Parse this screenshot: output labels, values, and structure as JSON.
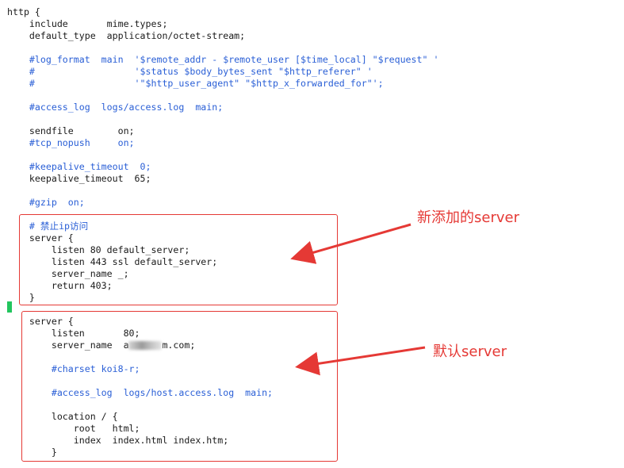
{
  "terminal": {
    "lines": [
      {
        "text": "http {",
        "type": "code"
      },
      {
        "text": "    include       mime.types;",
        "type": "code"
      },
      {
        "text": "    default_type  application/octet-stream;",
        "type": "code"
      },
      {
        "text": "",
        "type": "code"
      },
      {
        "text": "    #log_format  main  '$remote_addr - $remote_user [$time_local] \"$request\" '",
        "type": "comment"
      },
      {
        "text": "    #                  '$status $body_bytes_sent \"$http_referer\" '",
        "type": "comment"
      },
      {
        "text": "    #                  '\"$http_user_agent\" \"$http_x_forwarded_for\"';",
        "type": "comment"
      },
      {
        "text": "",
        "type": "code"
      },
      {
        "text": "    #access_log  logs/access.log  main;",
        "type": "comment"
      },
      {
        "text": "",
        "type": "code"
      },
      {
        "text": "    sendfile        on;",
        "type": "code"
      },
      {
        "text": "    #tcp_nopush     on;",
        "type": "comment"
      },
      {
        "text": "",
        "type": "code"
      },
      {
        "text": "    #keepalive_timeout  0;",
        "type": "comment"
      },
      {
        "text": "    keepalive_timeout  65;",
        "type": "code"
      },
      {
        "text": "",
        "type": "code"
      },
      {
        "text": "    #gzip  on;",
        "type": "comment"
      },
      {
        "text": "",
        "type": "code"
      },
      {
        "text": "    # 禁止ip访问",
        "type": "comment"
      },
      {
        "text": "    server {",
        "type": "code"
      },
      {
        "text": "        listen 80 default_server;",
        "type": "code"
      },
      {
        "text": "        listen 443 ssl default_server;",
        "type": "code"
      },
      {
        "text": "        server_name _;",
        "type": "code"
      },
      {
        "text": "        return 403;",
        "type": "code"
      },
      {
        "text": "    }",
        "type": "code"
      },
      {
        "text": "",
        "type": "code"
      },
      {
        "text": "    server {",
        "type": "code"
      },
      {
        "text": "        listen       80;",
        "type": "code"
      },
      {
        "text": "        server_name  a      m.com;",
        "type": "code"
      },
      {
        "text": "",
        "type": "code"
      },
      {
        "text": "        #charset koi8-r;",
        "type": "comment"
      },
      {
        "text": "",
        "type": "code"
      },
      {
        "text": "        #access_log  logs/host.access.log  main;",
        "type": "comment"
      },
      {
        "text": "",
        "type": "code"
      },
      {
        "text": "        location / {",
        "type": "code"
      },
      {
        "text": "            root   html;",
        "type": "code"
      },
      {
        "text": "            index  index.html index.htm;",
        "type": "code"
      },
      {
        "text": "        }",
        "type": "code"
      }
    ]
  },
  "annotations": {
    "new_server": "新添加的server",
    "default_server": "默认server"
  },
  "colors": {
    "code": "#1a1a1a",
    "comment": "#2a5fd6",
    "annotation": "#e53935",
    "cursor": "#22c55e"
  }
}
